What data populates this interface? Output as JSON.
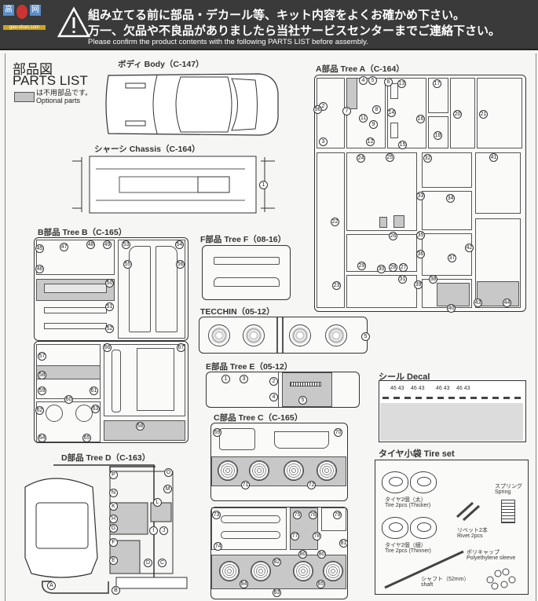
{
  "header": {
    "logo_left": "高",
    "logo_right": "网",
    "logo_url": "gao-shan.com",
    "warning_jp_line1": "組み立てる前に部品・デカール等、キット内容をよくお確かめ下さい。",
    "warning_jp_line2": "万一、欠品や不良品がありましたら当社サービスセンターまでご連絡下さい。",
    "warning_en": "Please confirm the product contents with the following PARTS LIST before assembly."
  },
  "legend": {
    "title_jp": "部品図",
    "title_en": "PARTS LIST",
    "optional_jp": "は不用部品です。",
    "optional_en": "Optional parts"
  },
  "sections": {
    "body": {
      "label": "ボディ Body（C-147）"
    },
    "chassis": {
      "label": "シャーシ Chassis（C-164）",
      "parts": [
        "1"
      ]
    },
    "tree_a": {
      "label": "A部品 Tree A（C-164）",
      "parts": [
        "2",
        "3",
        "4",
        "5",
        "6",
        "7",
        "8",
        "9",
        "11",
        "12",
        "13",
        "14",
        "15",
        "16",
        "17",
        "18",
        "20",
        "21",
        "22",
        "23",
        "24",
        "25",
        "26",
        "27",
        "28",
        "29",
        "30",
        "31",
        "32",
        "33",
        "34",
        "35",
        "36",
        "37",
        "38",
        "39",
        "40",
        "41",
        "42",
        "43",
        "44",
        "96"
      ]
    },
    "tree_b": {
      "label": "B部品 Tree B（C-165）",
      "parts": [
        "45",
        "46",
        "47",
        "48",
        "49",
        "50",
        "51",
        "52",
        "53",
        "54",
        "55",
        "56",
        "57",
        "58",
        "59",
        "60",
        "61",
        "62",
        "63",
        "64",
        "65",
        "66",
        "67",
        "68"
      ]
    },
    "tree_f": {
      "label": "F部品 Tree F（08-16）"
    },
    "tecchin": {
      "label": "TECCHIN（05-12）"
    },
    "tree_e": {
      "label": "E部品 Tree E（05-12）",
      "parts": [
        "1",
        "2",
        "3",
        "4",
        "5"
      ]
    },
    "tree_c": {
      "label": "C部品 Tree C（C-165）",
      "parts": [
        "69",
        "70",
        "71",
        "72",
        "73",
        "74",
        "75",
        "76",
        "77",
        "78",
        "79",
        "80",
        "81",
        "82",
        "83",
        "84",
        "85"
      ]
    },
    "tree_d": {
      "label": "D部品 Tree D（C-163）",
      "parts": [
        "A",
        "B",
        "C",
        "D",
        "E",
        "F",
        "G",
        "H",
        "I",
        "J",
        "K",
        "L",
        "M",
        "N",
        "O",
        "P"
      ]
    },
    "decal": {
      "label": "シール Decal",
      "text1": "46 43",
      "text2": "46 43",
      "text3": "46 43",
      "text4": "46 43"
    },
    "tire_set": {
      "label": "タイヤ小袋 Tire set",
      "thick_jp": "タイヤ2個（太）",
      "thick_en": "Tire 2pcs (Thicker)",
      "thin_jp": "タイヤ2個（細）",
      "thin_en": "Tire 2pcs (Thinner)",
      "rivet_jp": "リベット2本",
      "rivet_en": "Rivet 2pcs",
      "spring_jp": "スプリング",
      "spring_en": "Spring",
      "cap_jp": "ポリキャップ",
      "cap_en": "Polyethylene sleeve",
      "shaft_jp": "シャフト（52mm）",
      "shaft_en": "shaft"
    }
  }
}
